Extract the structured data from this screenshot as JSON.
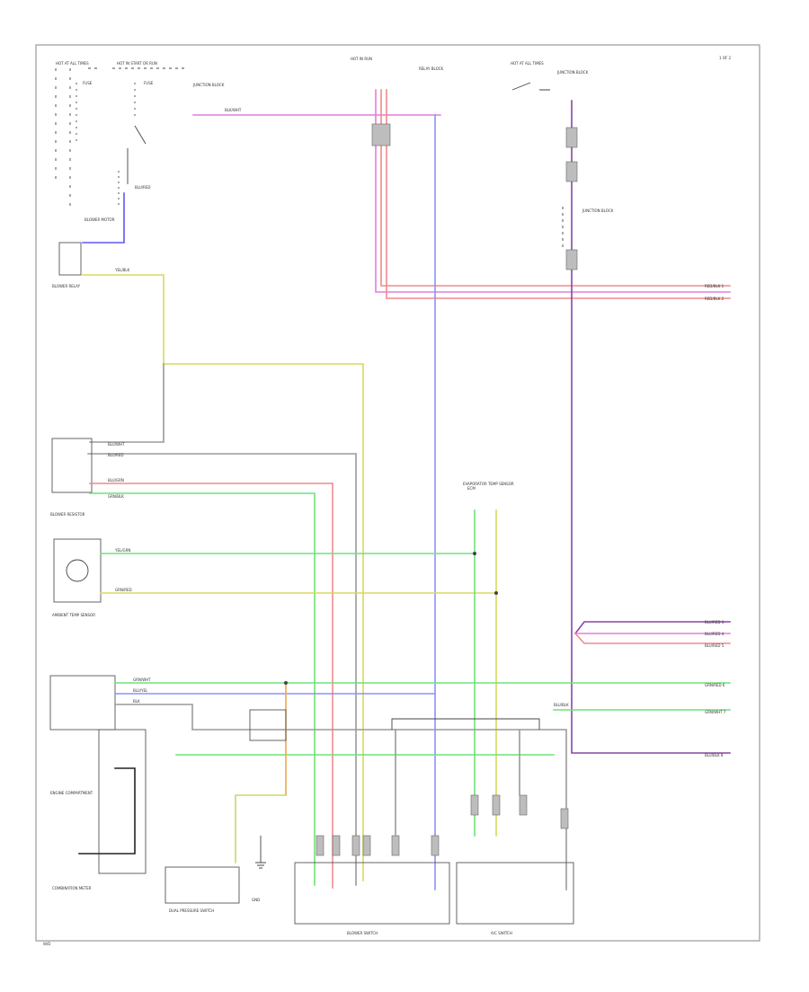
{
  "diagram": {
    "page_label": "1 OF 2",
    "footer_code": "W/D",
    "components": {
      "hot_at_all_times_1": "HOT AT ALL TIMES",
      "hot_in_start_run": "HOT IN START OR RUN",
      "hot_in_run": "HOT IN RUN",
      "hot_at_all_times_2": "HOT AT ALL TIMES",
      "fuse_a": "FUSE",
      "fuse_b": "FUSE",
      "junction_block_1": "JUNCTION BLOCK",
      "blower_relay": "BLOWER RELAY",
      "blower_motor": "BLOWER MOTOR",
      "blower_resistor": "BLOWER RESISTOR",
      "ambient_sensor": "AMBIENT TEMP SENSOR",
      "evaporator_sensor": "EVAPORATOR TEMP SENSOR",
      "engine_compartment": "ENGINE COMPARTMENT",
      "junction_block_2": "JUNCTION BLOCK",
      "relay_block": "RELAY BLOCK",
      "dual_pressure_switch": "DUAL PRESSURE SWITCH",
      "blower_switch": "BLOWER SWITCH",
      "ac_switch": "A/C SWITCH",
      "combination_meter": "COMBINATION METER",
      "ecm": "ECM",
      "ground": "GND"
    },
    "wire_labels": {
      "blk_wht": "BLK/WHT",
      "blu_red": "BLU/RED",
      "yel_blk": "YEL/BLK",
      "blu_wht": "BLU/WHT",
      "blu_red_2": "BLU/RED",
      "blu_grn": "BLU/GRN",
      "grn_blk": "GRN/BLK",
      "yel_grn": "YEL/GRN",
      "grn_red": "GRN/RED",
      "blu_yel": "BLU/YEL",
      "blk": "BLK",
      "grn_wht": "GRN/WHT",
      "blu_blk": "BLU/BLK"
    },
    "offpage_refs": [
      "RED/BLK 1",
      "RED/BLK 2",
      "BLU/RED 3",
      "BLU/RED 4",
      "BLU/RED 5",
      "GRN/RED 6",
      "GRN/WHT 7",
      "BLU/BLK 8"
    ],
    "colors": {
      "red": "#f08a8a",
      "pink": "#e27fd9",
      "purple": "#8a45a3",
      "blue": "#5b5cf0",
      "light_blue": "#8c93f5",
      "green": "#6fe27a",
      "yellow": "#d9d95e",
      "gray": "#9a9a9a",
      "orange": "#f0a64f",
      "black": "#222222"
    }
  }
}
